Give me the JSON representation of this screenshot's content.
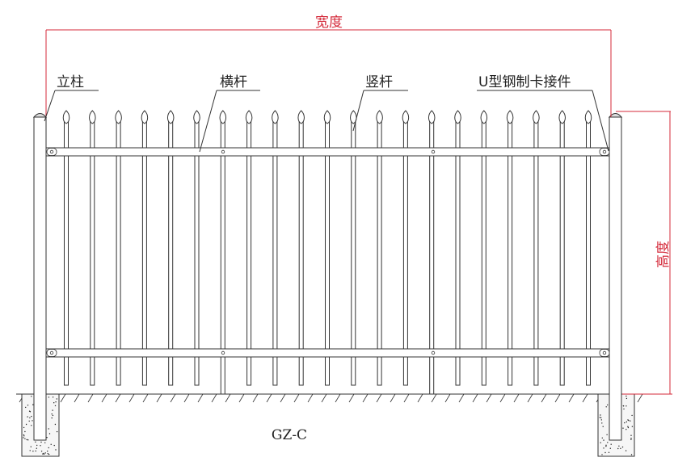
{
  "labels": {
    "post": "立柱",
    "rail": "横杆",
    "picket": "竖杆",
    "connector": "U型钢制卡接件"
  },
  "dimensions": {
    "width": "宽度",
    "height": "高度"
  },
  "model_code": "GZ-C",
  "colors": {
    "dimension": "#d42a3a",
    "line": "#333333"
  },
  "picket_count": 21
}
